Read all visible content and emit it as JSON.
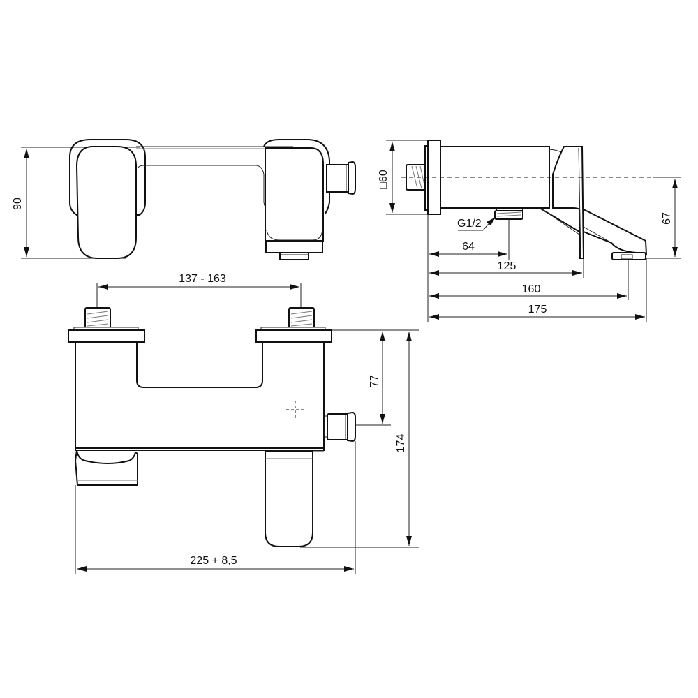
{
  "drawing": {
    "subject": "Wall-mounted bath/shower mixer technical drawing",
    "views": [
      "top-view",
      "side-view",
      "front-view"
    ]
  },
  "top_view": {
    "dimensions": {
      "height": "90"
    }
  },
  "side_view": {
    "dimensions": {
      "flange_square": "□60",
      "thread_label": "G1/2",
      "outlet_offset": "64",
      "lever_depth": "125",
      "spout_outlet": "160",
      "total_depth": "175",
      "spout_drop": "67"
    }
  },
  "front_view": {
    "dimensions": {
      "inlet_centers": "137 - 163",
      "outlet_height": "77",
      "total_height": "174",
      "total_width": "225 + 8,5"
    }
  },
  "colors": {
    "line": "#111111",
    "background": "#ffffff",
    "secondary_line": "#777777"
  }
}
